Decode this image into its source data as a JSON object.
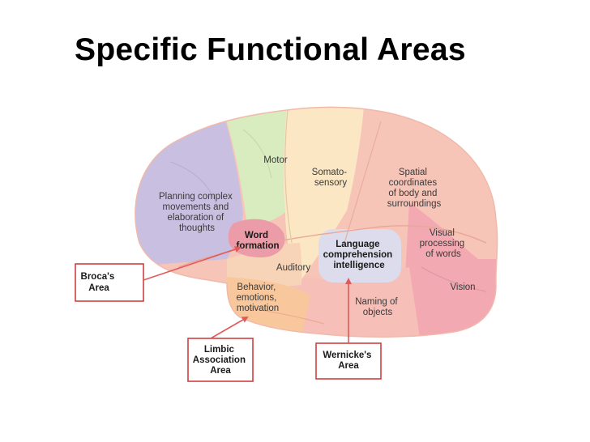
{
  "title": "Specific Functional Areas",
  "regions": {
    "motor": [
      "Motor"
    ],
    "somatosensory": [
      "Somato-",
      "sensory"
    ],
    "spatial": [
      "Spatial",
      "coordinates",
      "of body and",
      "surroundings"
    ],
    "planning": [
      "Planning complex",
      "movements and",
      "elaboration of",
      "thoughts"
    ],
    "word_formation": [
      "Word",
      "formation"
    ],
    "language": [
      "Language",
      "comprehension",
      "intelligence"
    ],
    "visual_processing": [
      "Visual",
      "processing",
      "of words"
    ],
    "auditory": [
      "Auditory"
    ],
    "vision": [
      "Vision"
    ],
    "behavior": [
      "Behavior,",
      "emotions,",
      "motivation"
    ],
    "naming": [
      "Naming of",
      "objects"
    ]
  },
  "callouts": {
    "broca": [
      "Broca's",
      "Area"
    ],
    "limbic": [
      "Limbic",
      "Association",
      "Area"
    ],
    "wernicke": [
      "Wernicke's",
      "Area"
    ]
  },
  "colors": {
    "prefrontal": "#c9bfe0",
    "motor": "#d8ecbf",
    "somatosensory": "#fbe7c4",
    "parietal": "#f7c4b8",
    "occipital": "#f2a9b2",
    "temporal": "#f6bfb7",
    "limbic": "#f8c89c",
    "auditory": "#f7d4b8",
    "language_area": "#dcdcec",
    "broca_area": "#eb9ca8",
    "arrow": "#e05a5a",
    "callout_border": "#cf4040"
  }
}
